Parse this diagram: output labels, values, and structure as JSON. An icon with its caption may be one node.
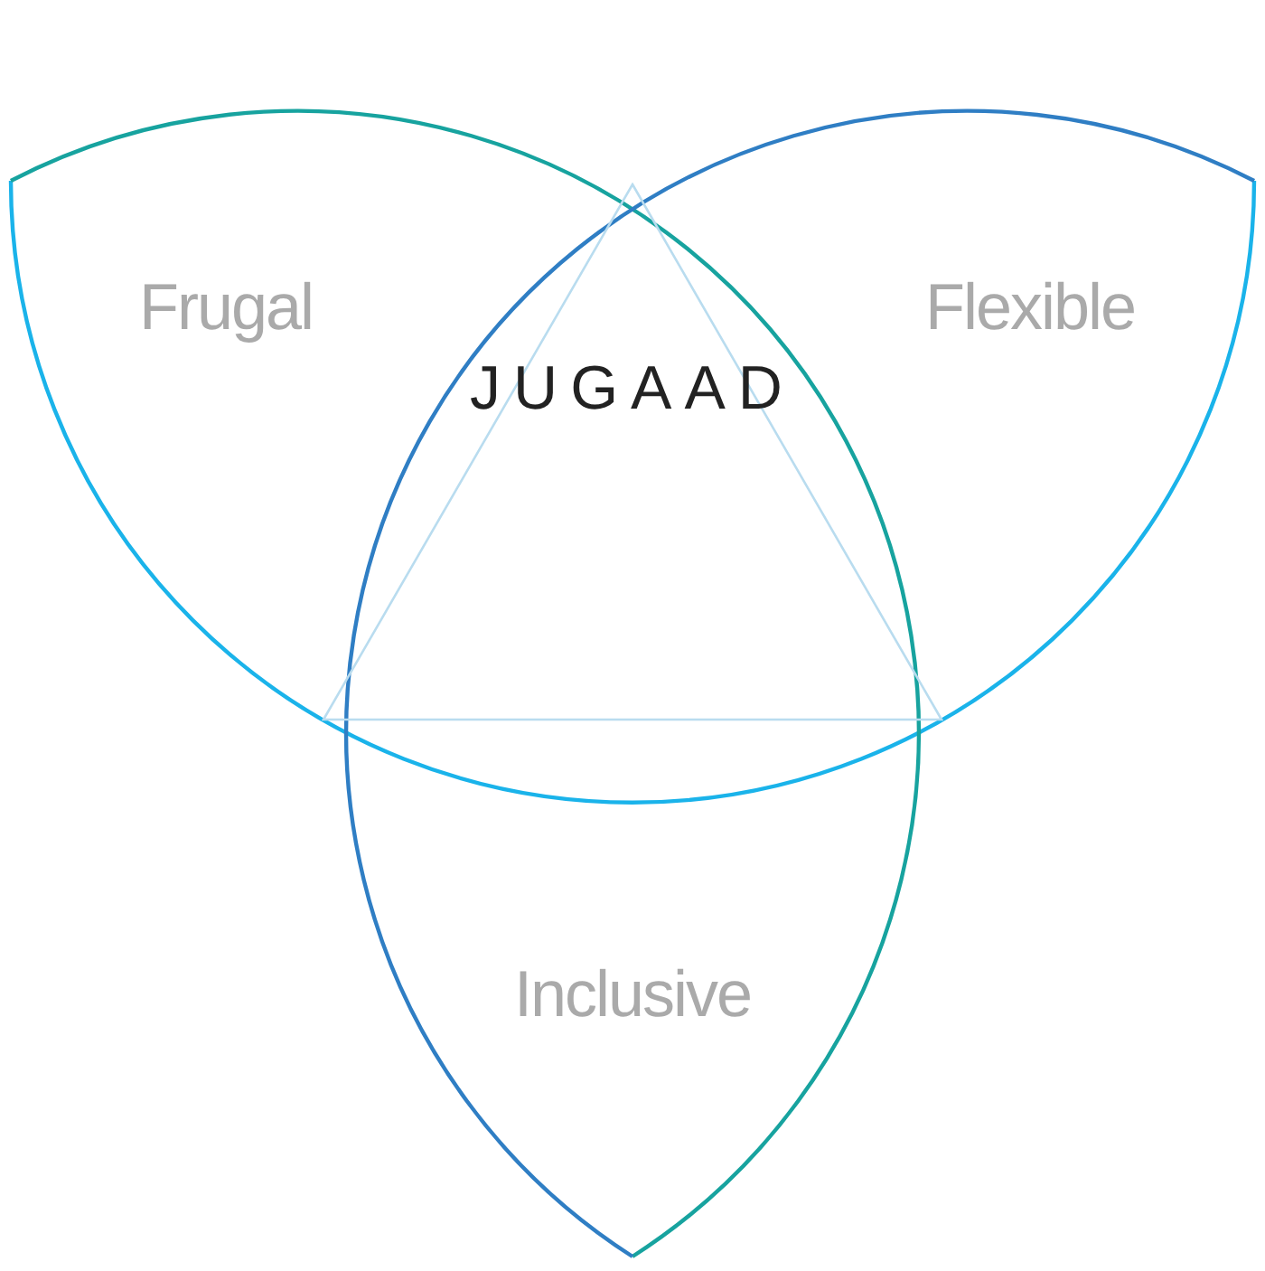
{
  "diagram": {
    "nodes": [
      {
        "text": [
          "Frugal"
        ]
      },
      {
        "text": [
          "Flexible"
        ]
      },
      {
        "text": [
          "JUGAAD"
        ]
      },
      {
        "text": [
          "Inclusive"
        ]
      }
    ]
  }
}
